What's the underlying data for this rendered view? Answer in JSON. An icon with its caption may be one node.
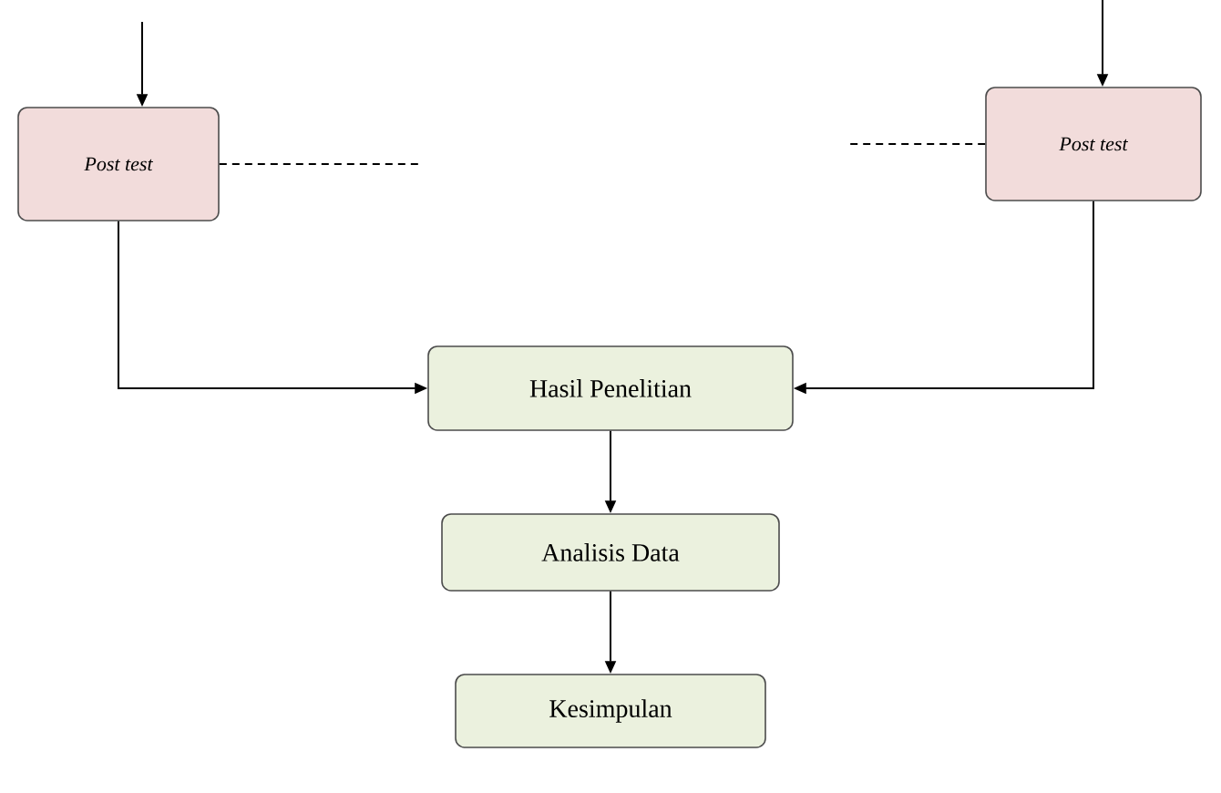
{
  "diagram": {
    "nodes": [
      {
        "text": [
          "Post test"
        ]
      },
      {
        "text": [
          "Post test"
        ]
      },
      {
        "text": [
          "Hasil Penelitian"
        ]
      },
      {
        "text": [
          "Analisis Data"
        ]
      },
      {
        "text": [
          "Kesimpulan"
        ]
      }
    ],
    "edges": [
      {
        "from": null,
        "to": 0,
        "arrow": "to"
      },
      {
        "from": null,
        "to": 1,
        "arrow": "to"
      },
      {
        "from": 0,
        "to": null,
        "arrow": "none",
        "style": "dashed"
      },
      {
        "from": 1,
        "to": null,
        "arrow": "none",
        "style": "dashed"
      },
      {
        "from": 0,
        "to": 2,
        "arrow": "to"
      },
      {
        "from": 1,
        "to": 2,
        "arrow": "to"
      },
      {
        "from": 2,
        "to": 3,
        "arrow": "to"
      },
      {
        "from": 3,
        "to": 4,
        "arrow": "to"
      }
    ]
  }
}
